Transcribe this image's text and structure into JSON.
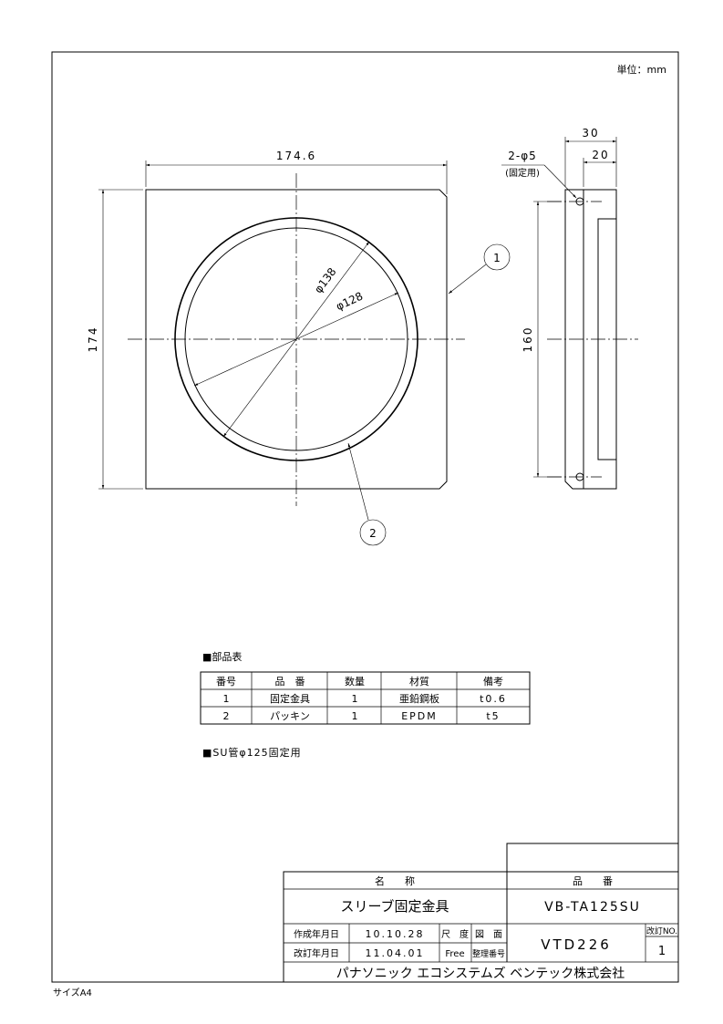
{
  "unit_label": "単位：mm",
  "front_view": {
    "dim_width": "174.6",
    "dim_height": "174",
    "dim_outer_dia": "φ138",
    "dim_inner_dia": "φ128",
    "balloon_1": "1",
    "balloon_2": "2"
  },
  "side_view": {
    "dim_depth_total": "30",
    "dim_depth_inner": "20",
    "hole_spec": "2-φ5",
    "hole_note": "(固定用)",
    "dim_hole_pitch": "160"
  },
  "parts_table": {
    "heading": "■部品表",
    "headers": [
      "番号",
      "品　番",
      "数量",
      "材質",
      "備考"
    ],
    "rows": [
      [
        "1",
        "固定金具",
        "1",
        "亜鉛鋼板",
        "t0.6"
      ],
      [
        "2",
        "パッキン",
        "1",
        "EPDM",
        "t5"
      ]
    ]
  },
  "note": "■SU管φ125固定用",
  "title_block": {
    "name_header": "名　　称",
    "name_value": "スリーブ固定金具",
    "part_header": "品　　番",
    "part_value": "VB-TA125SU",
    "created_label": "作成年月日",
    "created_value": "10.10.28",
    "revised_label": "改訂年月日",
    "revised_value": "11.04.01",
    "scale_label": "尺　度",
    "scale_value": "Free",
    "drawing_label": "図　面",
    "drawing_label2": "整理番号",
    "drawing_number": "VTD226",
    "rev_label": "改訂NO.",
    "rev_value": "1",
    "company": "パナソニック エコシステムズ ベンテック株式会社"
  },
  "size_label": "サイズA4"
}
